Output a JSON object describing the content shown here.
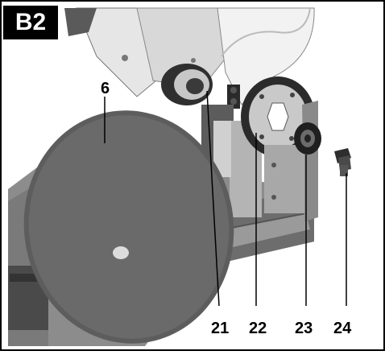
{
  "figure": {
    "tag": "B2",
    "callouts": {
      "blade": "6",
      "flange_inner": "21",
      "flange_outer": "22",
      "washer": "23",
      "bolt": "24"
    }
  }
}
